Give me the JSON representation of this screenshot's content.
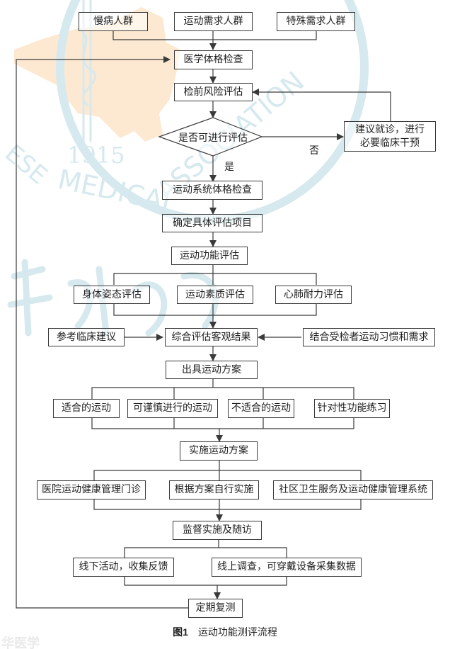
{
  "figure": {
    "caption_number": "图1",
    "caption_title": "运动功能测评流程"
  },
  "watermark": {
    "text_en_1": "MEDICAL",
    "text_en_2": "ASSOCIATION",
    "text_en_3": "ESE",
    "year": "1915",
    "corner_text": "华医学",
    "colors": {
      "emblem": "#d6e9ee",
      "map": "#fde9d2"
    }
  },
  "nodes": {
    "pop_chronic": "慢病人群",
    "pop_exercise": "运动需求人群",
    "pop_special": "特殊需求人群",
    "medical_exam": "医学体格检查",
    "risk_assess": "检前风险评估",
    "decision": "是否可进行评估",
    "yes": "是",
    "no": "否",
    "referral_line1": "建议就诊，进行",
    "referral_line2": "必要临床干预",
    "motor_exam": "运动系统体格检查",
    "determine_items": "确定具体评估项目",
    "function_assess": "运动功能评估",
    "posture": "身体姿态评估",
    "fitness": "运动素质评估",
    "cardio": "心肺耐力评估",
    "clinical_advice": "参考临床建议",
    "synthesis": "综合评估客观结果",
    "habits": "结合受检者运动习惯和需求",
    "prescription": "出具运动方案",
    "suitable": "适合的运动",
    "caution": "可谨慎进行的运动",
    "unsuitable": "不适合的运动",
    "targeted": "针对性功能练习",
    "implement": "实施运动方案",
    "hospital": "医院运动健康管理门诊",
    "self": "根据方案自行实施",
    "community": "社区卫生服务及运动健康管理系统",
    "supervise": "监督实施及随访",
    "offline": "线下活动，收集反馈",
    "online": "线上调查，可穿戴设备采集数据",
    "reassess": "定期复测"
  },
  "colors": {
    "line": "#3a3a3a",
    "text": "#1e1e1e"
  }
}
